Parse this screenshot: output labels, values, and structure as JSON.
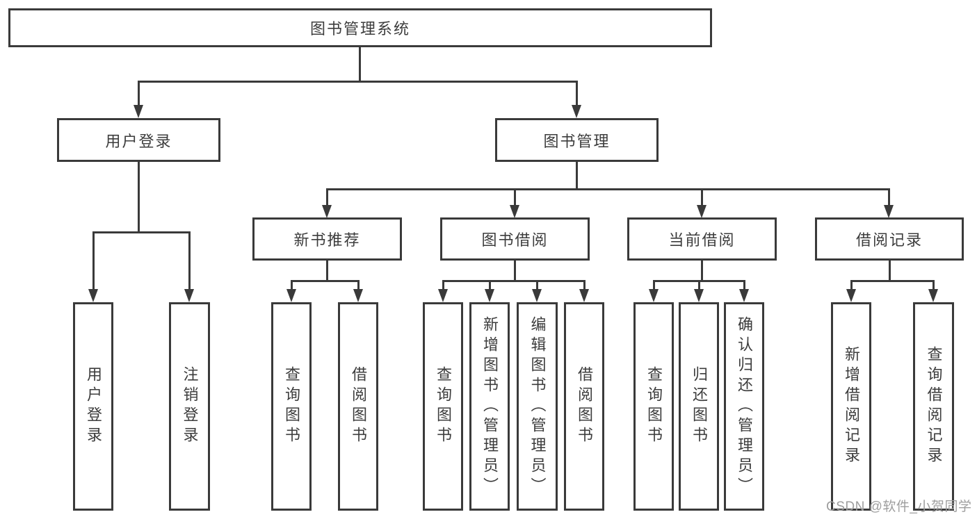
{
  "diagram": {
    "title": "图书管理系统",
    "nodes": {
      "root": {
        "label": "图书管理系统"
      },
      "user_login": {
        "label": "用户登录"
      },
      "book_mgmt": {
        "label": "图书管理"
      },
      "new_book_rec": {
        "label": "新书推荐"
      },
      "book_borrow": {
        "label": "图书借阅"
      },
      "current_borrow": {
        "label": "当前借阅"
      },
      "borrow_record": {
        "label": "借阅记录"
      },
      "leaf_user_login": {
        "label": "用户登录"
      },
      "leaf_logout": {
        "label": "注销登录"
      },
      "leaf_query_book_a": {
        "label": "查询图书"
      },
      "leaf_borrow_book_a": {
        "label": "借阅图书"
      },
      "leaf_query_book_b": {
        "label": "查询图书"
      },
      "leaf_add_book": {
        "label": "新增图书（管理员）"
      },
      "leaf_edit_book": {
        "label": "编辑图书（管理员）"
      },
      "leaf_borrow_book_b": {
        "label": "借阅图书"
      },
      "leaf_query_book_c": {
        "label": "查询图书"
      },
      "leaf_return_book": {
        "label": "归还图书"
      },
      "leaf_confirm_return": {
        "label": "确认归还（管理员）"
      },
      "leaf_add_record": {
        "label": "新增借阅记录"
      },
      "leaf_query_record": {
        "label": "查询借阅记录"
      }
    },
    "edges": [
      {
        "from": "root",
        "to": [
          "user_login",
          "book_mgmt"
        ]
      },
      {
        "from": "user_login",
        "to": [
          "leaf_user_login",
          "leaf_logout"
        ]
      },
      {
        "from": "book_mgmt",
        "to": [
          "new_book_rec",
          "book_borrow",
          "current_borrow",
          "borrow_record"
        ]
      },
      {
        "from": "new_book_rec",
        "to": [
          "leaf_query_book_a",
          "leaf_borrow_book_a"
        ]
      },
      {
        "from": "book_borrow",
        "to": [
          "leaf_query_book_b",
          "leaf_add_book",
          "leaf_edit_book",
          "leaf_borrow_book_b"
        ]
      },
      {
        "from": "current_borrow",
        "to": [
          "leaf_query_book_c",
          "leaf_return_book",
          "leaf_confirm_return"
        ]
      },
      {
        "from": "borrow_record",
        "to": [
          "leaf_add_record",
          "leaf_query_record"
        ]
      }
    ]
  },
  "watermark": {
    "text": "CSDN @软件_小贺同学"
  },
  "colors": {
    "line": "#3a3a3a",
    "text": "#3c3c3c",
    "watermark": "#9e9e9e",
    "background": "#ffffff"
  }
}
